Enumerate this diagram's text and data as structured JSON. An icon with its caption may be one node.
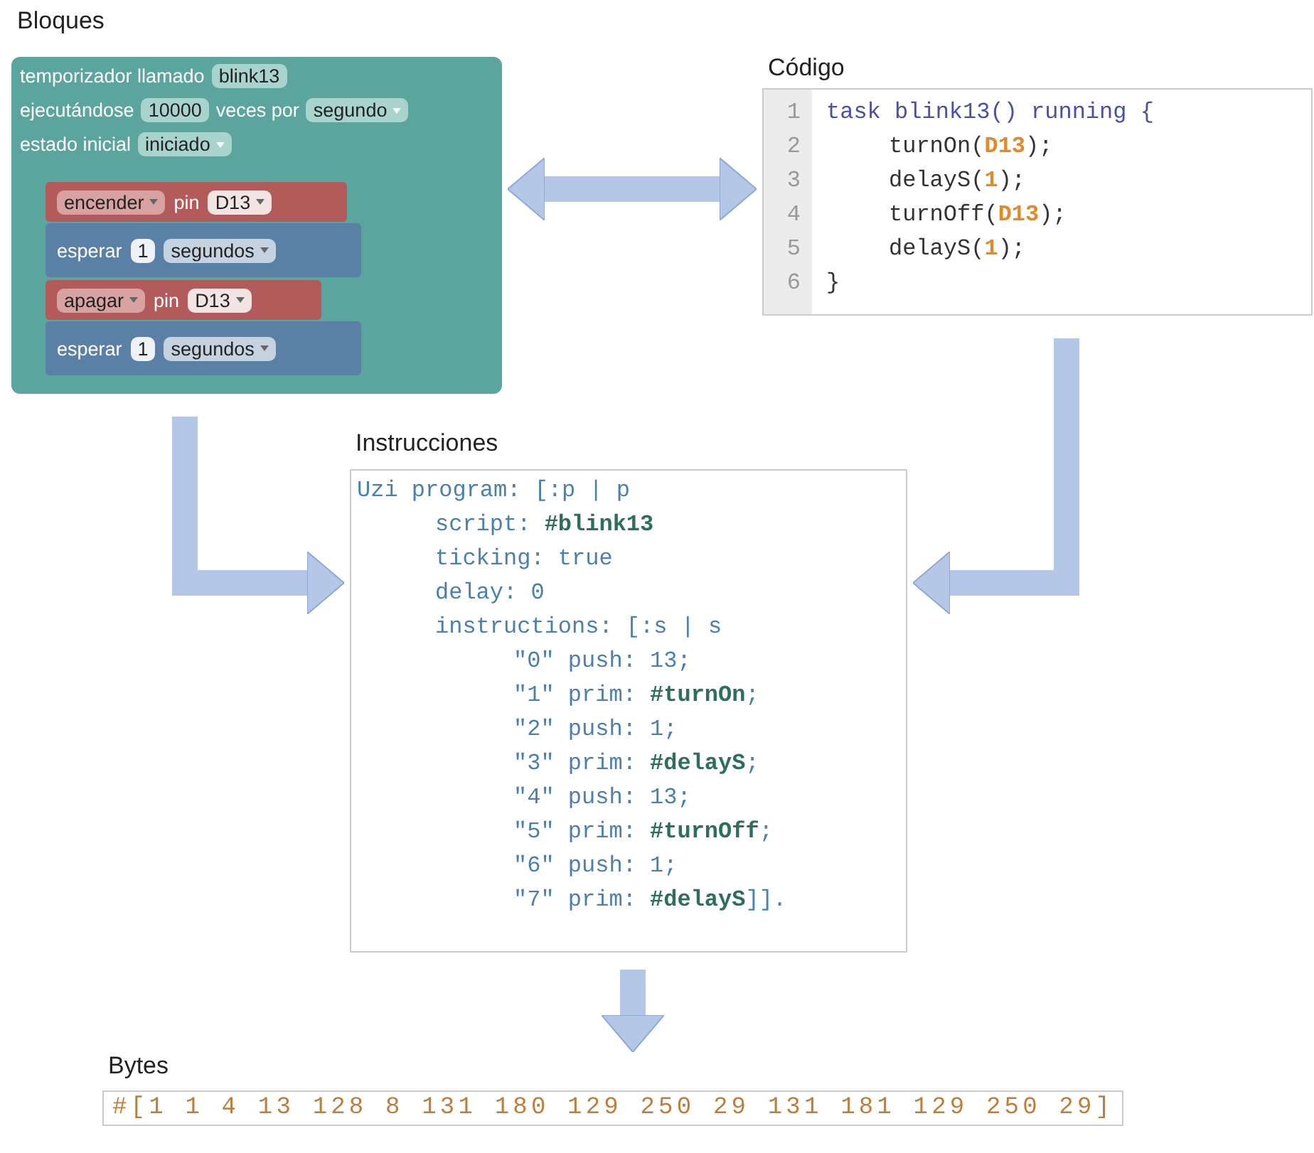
{
  "diagram": {
    "nodes": [
      {
        "text": [
          "Bloques"
        ]
      },
      {
        "text": [
          "temporizador llamado",
          "blink13",
          "ejecutándose",
          "10000",
          "veces por",
          "segundo",
          "estado inicial",
          "iniciado"
        ],
        "in": 0
      },
      {
        "text": [
          "encender",
          "pin",
          "D13"
        ],
        "in": 1
      },
      {
        "text": [
          "esperar",
          "1",
          "segundos"
        ],
        "in": 1
      },
      {
        "text": [
          "apagar",
          "pin",
          "D13"
        ],
        "in": 1
      },
      {
        "text": [
          "esperar",
          "1",
          "segundos"
        ],
        "in": 1
      },
      {
        "text": [
          "Código",
          "1",
          "task blink13() running {",
          "2",
          "turnOn(**D13**);",
          "3",
          "delayS(**1**);",
          "4",
          "turnOff(**D13**);",
          "5",
          "delayS(**1**);",
          "6",
          "}"
        ]
      },
      {
        "text": [
          "Instrucciones",
          "Uzi program: [:p | p",
          "script: **#blink13**",
          "ticking: true",
          "delay: 0",
          "instructions: [:s | s",
          "\"0\" push: 13;",
          "\"1\" prim: **#turnOn**;",
          "\"2\" push: 1;",
          "\"3\" prim: **#delayS**;",
          "\"4\" push: 13;",
          "\"5\" prim: **#turnOff**;",
          "\"6\" push: 1;",
          "\"7\" prim: **#delayS**]]."
        ]
      },
      {
        "text": [
          "Bytes",
          "#[1 1 4 13 128 8 131 180 129 250 29 131 181 129 250 29]"
        ]
      }
    ],
    "edges": [
      {
        "from": 0,
        "to": 6,
        "arrow": "both"
      },
      {
        "from": 0,
        "to": 7,
        "arrow": "to"
      },
      {
        "from": 6,
        "to": 7,
        "arrow": "to"
      },
      {
        "from": 7,
        "to": 8,
        "arrow": "to"
      }
    ]
  }
}
